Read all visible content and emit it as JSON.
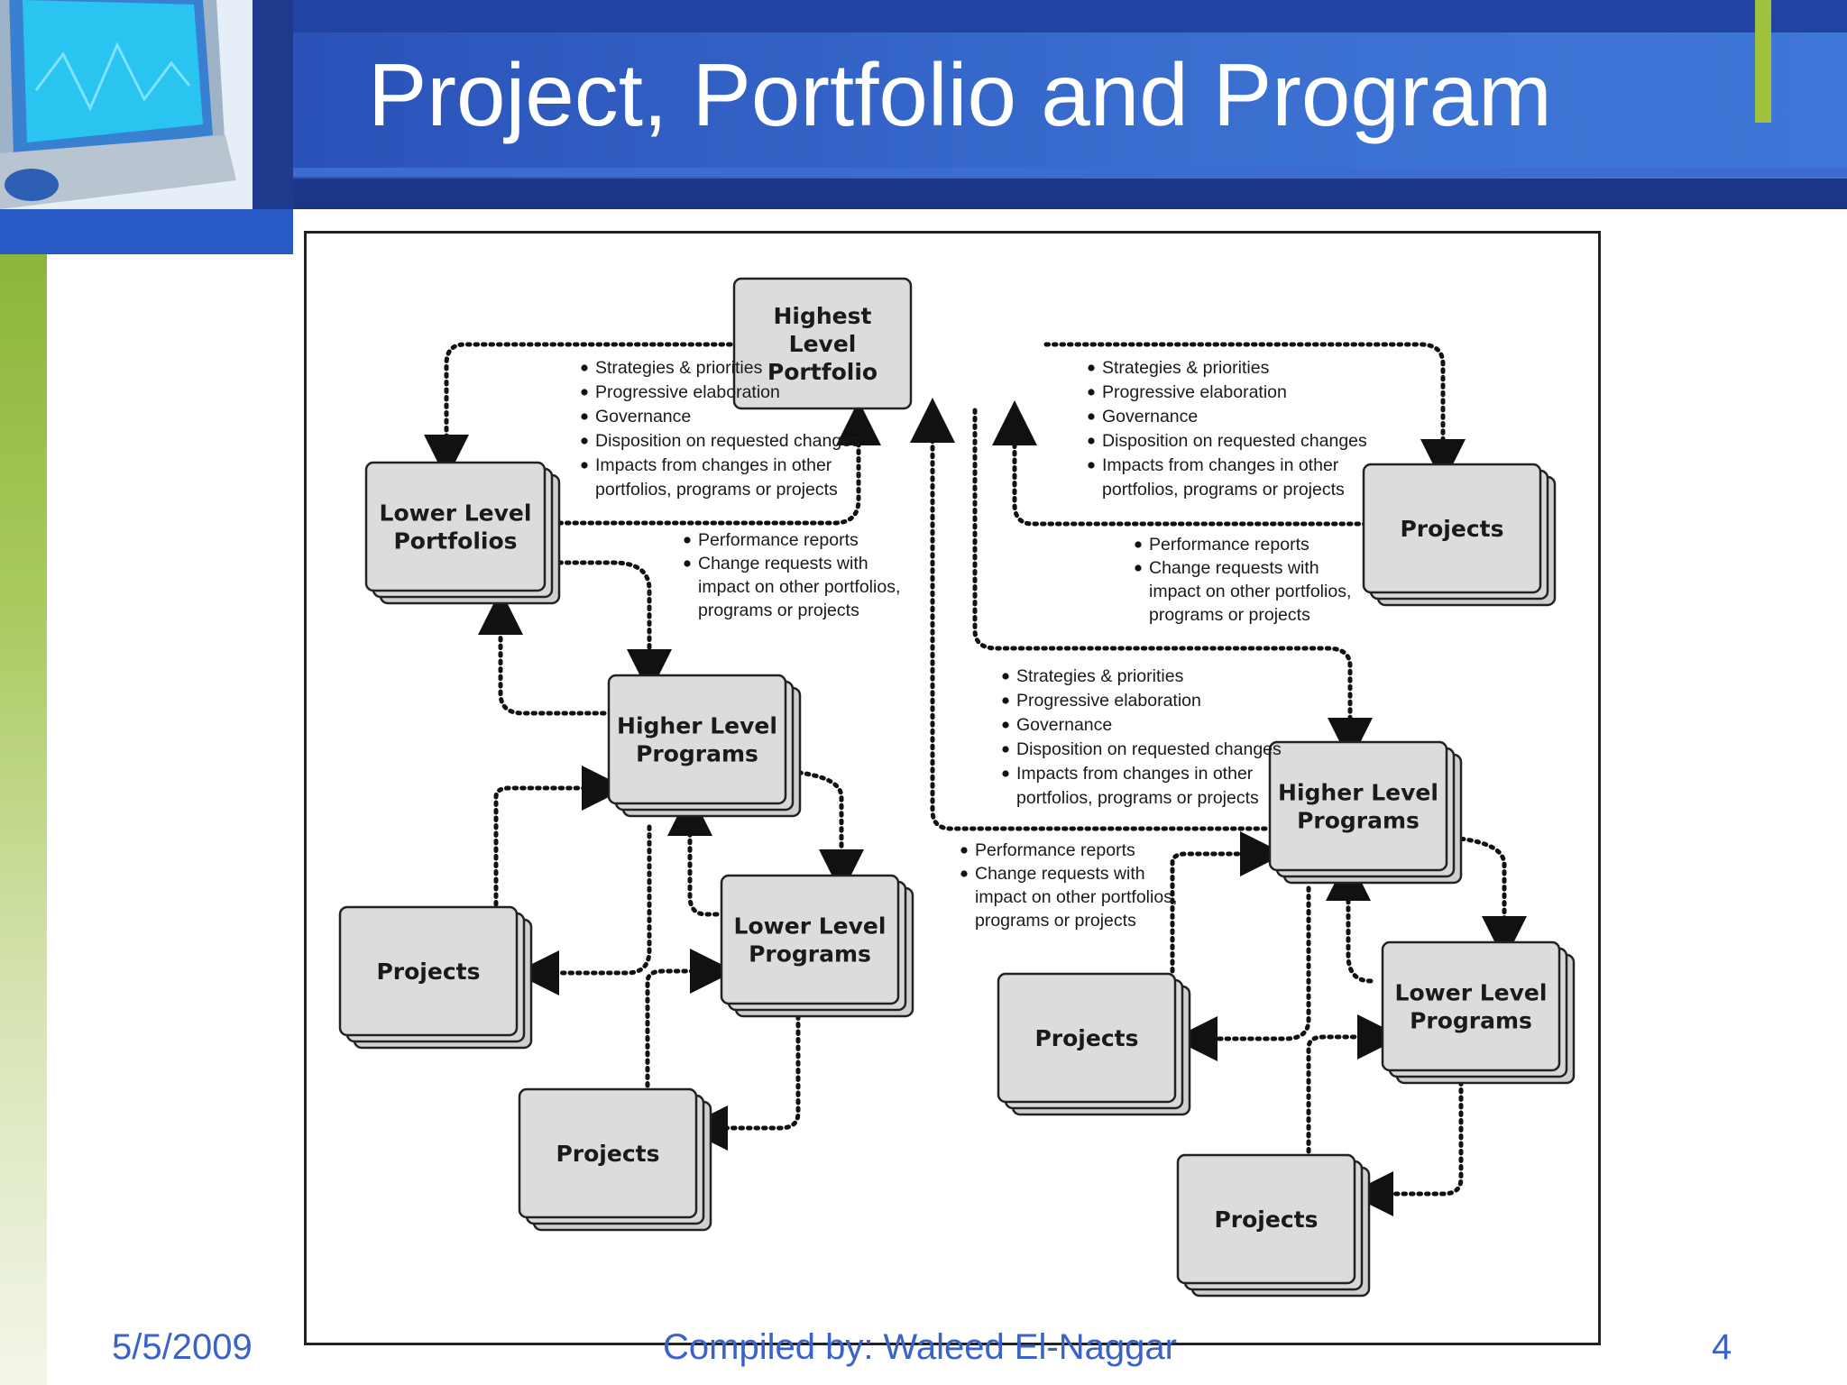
{
  "slide": {
    "title": "Project, Portfolio and Program",
    "footer": {
      "date": "5/5/2009",
      "credit": "Compiled by: Waleed  El-Naggar",
      "page": "4"
    }
  },
  "diagram": {
    "boxes": {
      "highest_portfolio": [
        "Highest",
        "Level",
        "Portfolio"
      ],
      "lower_portfolios": [
        "Lower Level",
        "Portfolios"
      ],
      "projects_top_right": [
        "Projects"
      ],
      "higher_programs_left": [
        "Higher Level",
        "Programs"
      ],
      "higher_programs_right": [
        "Higher Level",
        "Programs"
      ],
      "lower_programs_left": [
        "Lower Level",
        "Programs"
      ],
      "lower_programs_right": [
        "Lower Level",
        "Programs"
      ],
      "projects_left_a": [
        "Projects"
      ],
      "projects_left_b": [
        "Projects"
      ],
      "projects_right_a": [
        "Projects"
      ],
      "projects_right_b": [
        "Projects"
      ]
    },
    "notes": {
      "downward_left": [
        "Strategies & priorities",
        "Progressive elaboration",
        "Governance",
        "Disposition on requested changes",
        "Impacts from changes in other",
        "portfolios, programs or projects"
      ],
      "downward_right": [
        "Strategies & priorities",
        "Progressive elaboration",
        "Governance",
        "Disposition on requested changes",
        "Impacts from changes in other",
        "portfolios, programs or projects"
      ],
      "downward_center": [
        "Strategies & priorities",
        "Progressive elaboration",
        "Governance",
        "Disposition on requested changes",
        "Impacts from changes in other",
        "portfolios, programs or projects"
      ],
      "upward_left": [
        "Performance reports",
        "Change requests with",
        "impact on other portfolios,",
        "programs or projects"
      ],
      "upward_right": [
        "Performance reports",
        "Change requests with",
        "impact on other portfolios,",
        "programs or projects"
      ],
      "upward_center": [
        "Performance reports",
        "Change requests with",
        "impact on other portfolios,",
        "programs or projects"
      ]
    }
  }
}
